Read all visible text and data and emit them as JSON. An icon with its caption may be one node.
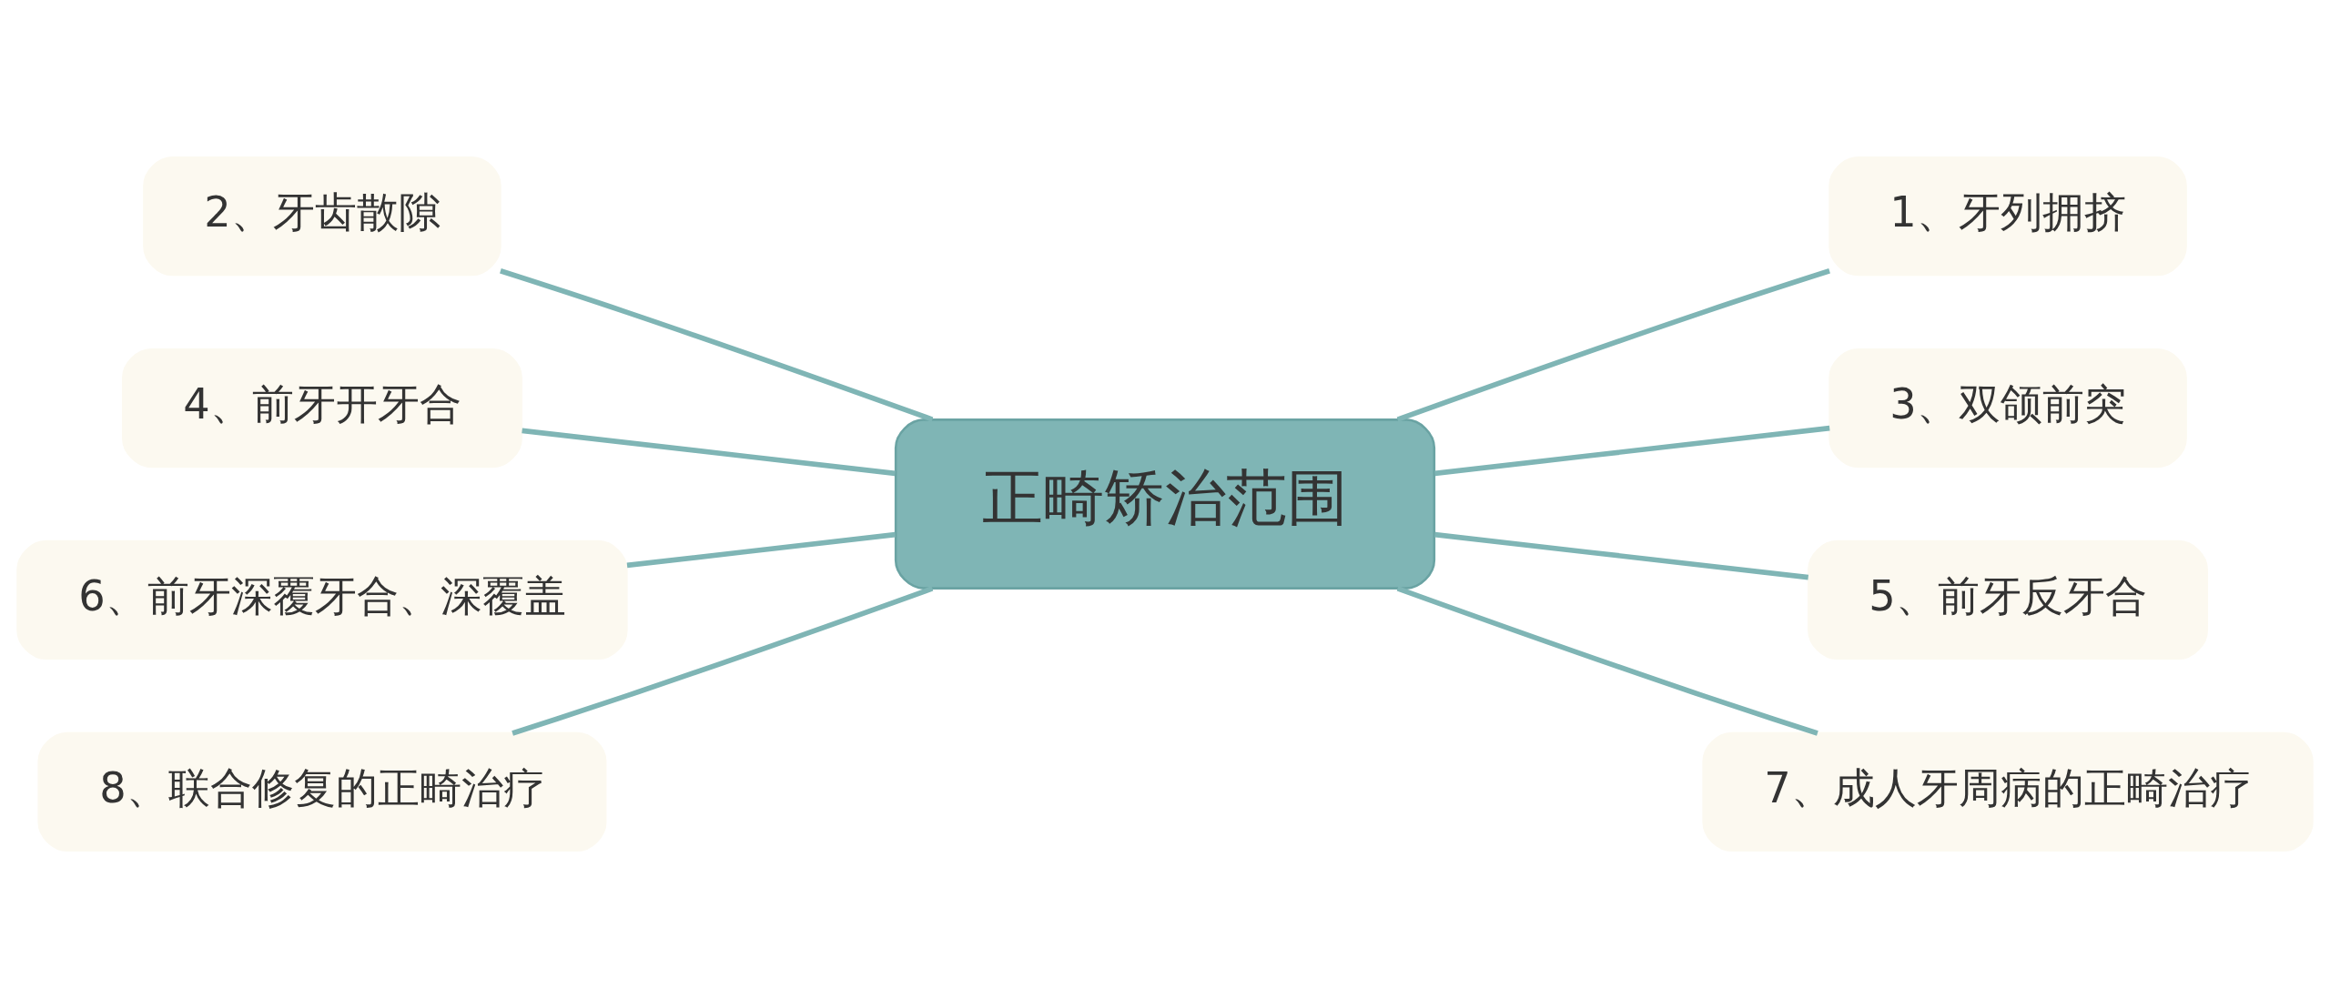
{
  "diagram": {
    "nodes": [
      {
        "text": [
          "正畸矫治范围"
        ]
      },
      {
        "text": [
          "1、牙列拥挤"
        ]
      },
      {
        "text": [
          "2、牙齿散隙"
        ]
      },
      {
        "text": [
          "3、双颌前突"
        ]
      },
      {
        "text": [
          "4、前牙开牙合"
        ]
      },
      {
        "text": [
          "5、前牙反牙合"
        ]
      },
      {
        "text": [
          "6、前牙深覆牙合、深覆盖"
        ]
      },
      {
        "text": [
          "7、成人牙周病的正畸治疗"
        ]
      },
      {
        "text": [
          "8、联合修复的正畸治疗"
        ]
      }
    ],
    "edges": [
      {
        "from": 0,
        "to": 1,
        "arrow": "none"
      },
      {
        "from": 0,
        "to": 2,
        "arrow": "none"
      },
      {
        "from": 0,
        "to": 3,
        "arrow": "none"
      },
      {
        "from": 0,
        "to": 4,
        "arrow": "none"
      },
      {
        "from": 0,
        "to": 5,
        "arrow": "none"
      },
      {
        "from": 0,
        "to": 6,
        "arrow": "none"
      },
      {
        "from": 0,
        "to": 7,
        "arrow": "none"
      },
      {
        "from": 0,
        "to": 8,
        "arrow": "none"
      }
    ]
  }
}
